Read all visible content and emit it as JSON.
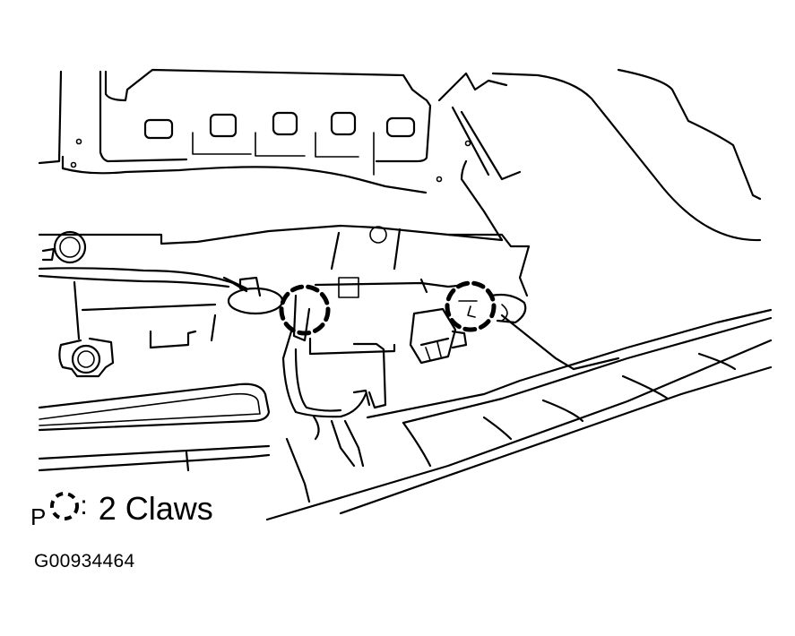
{
  "figure": {
    "subject": "interior trim component with wiring harness connector and bracket",
    "callouts": [
      {
        "type": "dashed-circle",
        "meaning": "claw location",
        "index": 1
      },
      {
        "type": "dashed-circle",
        "meaning": "claw location",
        "index": 2
      }
    ]
  },
  "legend": {
    "letter": "P",
    "symbol": "dashed-circle",
    "colon": ":",
    "text": "2 Claws"
  },
  "figure_id": "G00934464",
  "colors": {
    "line": "#000000",
    "background": "#ffffff"
  }
}
